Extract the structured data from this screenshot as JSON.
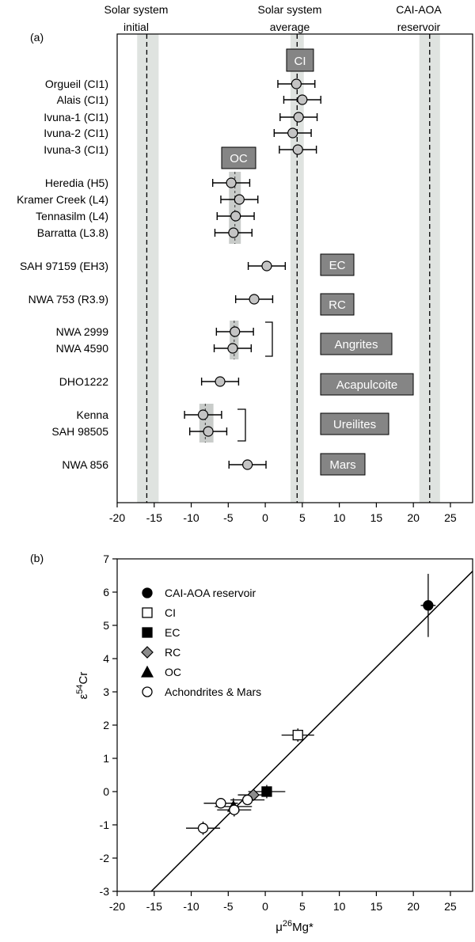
{
  "chart_data": [
    {
      "type": "scatter",
      "panel_label": "(a)",
      "xlim": [
        -20,
        28
      ],
      "xticks": [
        -20,
        -15,
        -10,
        -5,
        0,
        5,
        10,
        15,
        20,
        25
      ],
      "reference_lines": [
        {
          "label_line1": "Solar system",
          "label_line2": "initial",
          "x": -16,
          "band": [
            -17.3,
            -14.4
          ]
        },
        {
          "label_line1": "Solar system",
          "label_line2": "average",
          "x": 4.3,
          "band": [
            3.4,
            5.2
          ]
        },
        {
          "label_line1": "CAI-AOA",
          "label_line2": "reservoir",
          "x": 22.2,
          "band": [
            20.8,
            23.6
          ]
        }
      ],
      "samples": [
        {
          "name": "Orgueil (CI1)",
          "x": 4.2,
          "xerr": 2.5
        },
        {
          "name": "Alais (CI1)",
          "x": 5.0,
          "xerr": 2.5
        },
        {
          "name": "Ivuna-1 (CI1)",
          "x": 4.5,
          "xerr": 2.5
        },
        {
          "name": "Ivuna-2 (CI1)",
          "x": 3.7,
          "xerr": 2.5
        },
        {
          "name": "Ivuna-3 (CI1)",
          "x": 4.4,
          "xerr": 2.5
        },
        {
          "name": "Heredia (H5)",
          "x": -4.6,
          "xerr": 2.5
        },
        {
          "name": "Kramer Creek (L4)",
          "x": -3.5,
          "xerr": 2.5
        },
        {
          "name": "Tennasilm (L4)",
          "x": -4.0,
          "xerr": 2.5
        },
        {
          "name": "Barratta (L3.8)",
          "x": -4.3,
          "xerr": 2.5
        },
        {
          "name": "SAH 97159 (EH3)",
          "x": 0.2,
          "xerr": 2.5
        },
        {
          "name": "NWA 753 (R3.9)",
          "x": -1.5,
          "xerr": 2.5
        },
        {
          "name": "NWA 2999",
          "x": -4.1,
          "xerr": 2.5
        },
        {
          "name": "NWA 4590",
          "x": -4.4,
          "xerr": 2.5
        },
        {
          "name": "DHO1222",
          "x": -6.1,
          "xerr": 2.5
        },
        {
          "name": "Kenna",
          "x": -8.4,
          "xerr": 2.5
        },
        {
          "name": "SAH 98505",
          "x": -7.7,
          "xerr": 2.5
        },
        {
          "name": "NWA 856",
          "x": -2.4,
          "xerr": 2.5
        }
      ],
      "group_labels": [
        "CI",
        "OC",
        "EC",
        "RC",
        "Angrites",
        "Acapulcoite",
        "Ureilites",
        "Mars"
      ],
      "group_bands": [
        {
          "group": "OC",
          "x": -4.1,
          "range": [
            -4.9,
            -3.3
          ]
        },
        {
          "group": "Angrites",
          "x": -4.2,
          "range": [
            -4.8,
            -3.6
          ]
        },
        {
          "group": "Ureilites",
          "x": -8.1,
          "range": [
            -8.9,
            -7.0
          ]
        }
      ]
    },
    {
      "type": "scatter",
      "panel_label": "(b)",
      "xlabel_base": "μ",
      "xlabel_sup": "26",
      "xlabel_rest": "Mg*",
      "ylabel_base": "ε",
      "ylabel_sup": "54",
      "ylabel_rest": "Cr",
      "xlim": [
        -20,
        28
      ],
      "ylim": [
        -3,
        7
      ],
      "xticks": [
        -20,
        -15,
        -10,
        -5,
        0,
        5,
        10,
        15,
        20,
        25
      ],
      "yticks": [
        -3,
        -2,
        -1,
        0,
        1,
        2,
        3,
        4,
        5,
        6,
        7
      ],
      "fit_line": {
        "x": [
          -15.4,
          28
        ],
        "y": [
          -3,
          6.63
        ]
      },
      "legend": [
        {
          "label": "CAI-AOA reservoir",
          "marker": "circle",
          "fill": "#000000"
        },
        {
          "label": "CI",
          "marker": "square",
          "fill": "#ffffff"
        },
        {
          "label": "EC",
          "marker": "square",
          "fill": "#000000"
        },
        {
          "label": "RC",
          "marker": "diamond",
          "fill": "#8c8c8c"
        },
        {
          "label": "OC",
          "marker": "triangle",
          "fill": "#000000"
        },
        {
          "label": "Achondrites & Mars",
          "marker": "circle",
          "fill": "#ffffff"
        }
      ],
      "points": [
        {
          "group": "CAI-AOA reservoir",
          "x": 22.0,
          "y": 5.6,
          "xerr": 1.0,
          "yerr": 0.95
        },
        {
          "group": "CI",
          "x": 4.4,
          "y": 1.7,
          "xerr": 2.2,
          "yerr": 0.2
        },
        {
          "group": "EC",
          "x": 0.2,
          "y": 0.0,
          "xerr": 2.5,
          "yerr": 0.2
        },
        {
          "group": "RC",
          "x": -1.6,
          "y": -0.1,
          "xerr": 2.1,
          "yerr": 0.15
        },
        {
          "group": "OC",
          "x": -4.3,
          "y": -0.45,
          "xerr": 2.5,
          "yerr": 0.25
        },
        {
          "group": "Achondrites & Mars",
          "x": -8.4,
          "y": -1.1,
          "xerr": 2.3,
          "yerr": 0.2
        },
        {
          "group": "Achondrites & Mars",
          "x": -6.0,
          "y": -0.35,
          "xerr": 2.3,
          "yerr": 0.15
        },
        {
          "group": "Achondrites & Mars",
          "x": -4.2,
          "y": -0.55,
          "xerr": 2.3,
          "yerr": 0.2
        },
        {
          "group": "Achondrites & Mars",
          "x": -2.4,
          "y": -0.25,
          "xerr": 2.3,
          "yerr": 0.15
        }
      ]
    }
  ]
}
